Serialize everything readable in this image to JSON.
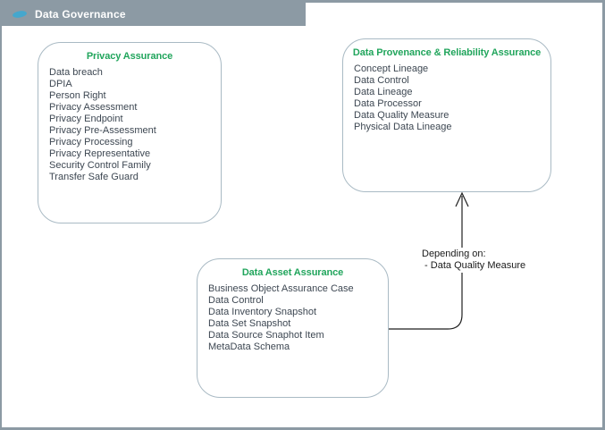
{
  "header": {
    "title": "Data Governance",
    "icon": "diagram-icon"
  },
  "colors": {
    "header_bg": "#8c9aa4",
    "page_border": "#8c9aa4",
    "box_border": "#a9bac4",
    "title_green": "#21a55c",
    "item_text": "#3d4752",
    "header_text": "#ffffff",
    "icon_blue": "#45a7cd",
    "arrow": "#1f1f1f"
  },
  "boxes": [
    {
      "id": "privacy-assurance",
      "title": "Privacy Assurance",
      "items": [
        "Data breach",
        "DPIA",
        "Person Right",
        "Privacy Assessment",
        "Privacy Endpoint",
        "Privacy Pre-Assessment",
        "Privacy Processing",
        "Privacy Representative",
        "Security Control Family",
        "Transfer Safe Guard"
      ]
    },
    {
      "id": "data-provenance-reliability-assurance",
      "title": "Data Provenance & Reliability Assurance",
      "items": [
        "Concept Lineage",
        "Data Control",
        "Data Lineage",
        "Data Processor",
        "Data Quality Measure",
        "Physical Data Lineage"
      ]
    },
    {
      "id": "data-asset-assurance",
      "title": "Data Asset Assurance",
      "items": [
        "Business Object Assurance Case",
        "Data Control",
        "Data Inventory Snapshot",
        "Data Set Snapshot",
        "Data Source Snaphot Item",
        "MetaData Schema"
      ]
    }
  ],
  "connector": {
    "label_line1": "Depending on:",
    "label_line2": " - Data Quality Measure"
  }
}
